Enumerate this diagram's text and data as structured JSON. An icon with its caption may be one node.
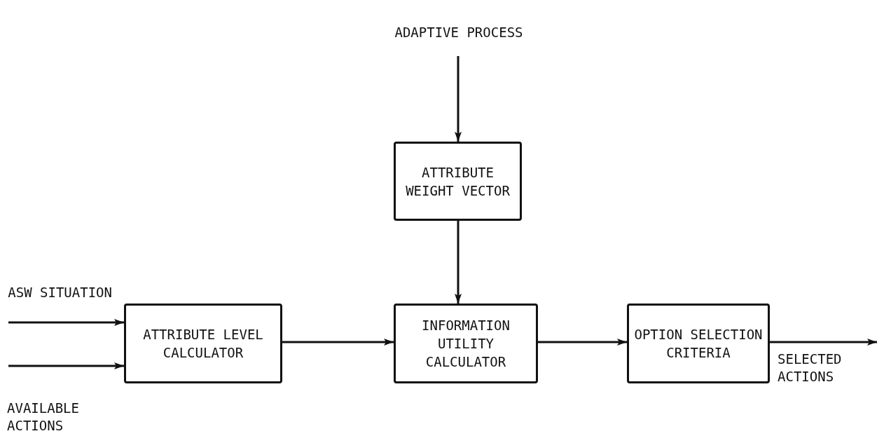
{
  "diagram": {
    "nodes": [
      {
        "text": [
          "ATTRIBUTE WEIGHT VECTOR"
        ]
      },
      {
        "text": [
          "ATTRIBUTE LEVEL CALCULATOR"
        ]
      },
      {
        "text": [
          "INFORMATION UTILITY CALCULATOR"
        ]
      },
      {
        "text": [
          "OPTION SELECTION CRITERIA"
        ]
      }
    ],
    "edges": [
      {
        "from": null,
        "to": 0,
        "arrow": "to",
        "label": "ADAPTIVE PROCESS"
      },
      {
        "from": 0,
        "to": 2,
        "arrow": "to"
      },
      {
        "from": null,
        "to": 1,
        "arrow": "to",
        "label": "ASW SITUATION"
      },
      {
        "from": null,
        "to": 1,
        "arrow": "to",
        "label": "AVAILABLE ACTIONS"
      },
      {
        "from": 1,
        "to": 2,
        "arrow": "to"
      },
      {
        "from": 2,
        "to": 3,
        "arrow": "to"
      },
      {
        "from": 3,
        "to": null,
        "arrow": "to",
        "label": "SELECTED ACTIONS"
      }
    ]
  }
}
